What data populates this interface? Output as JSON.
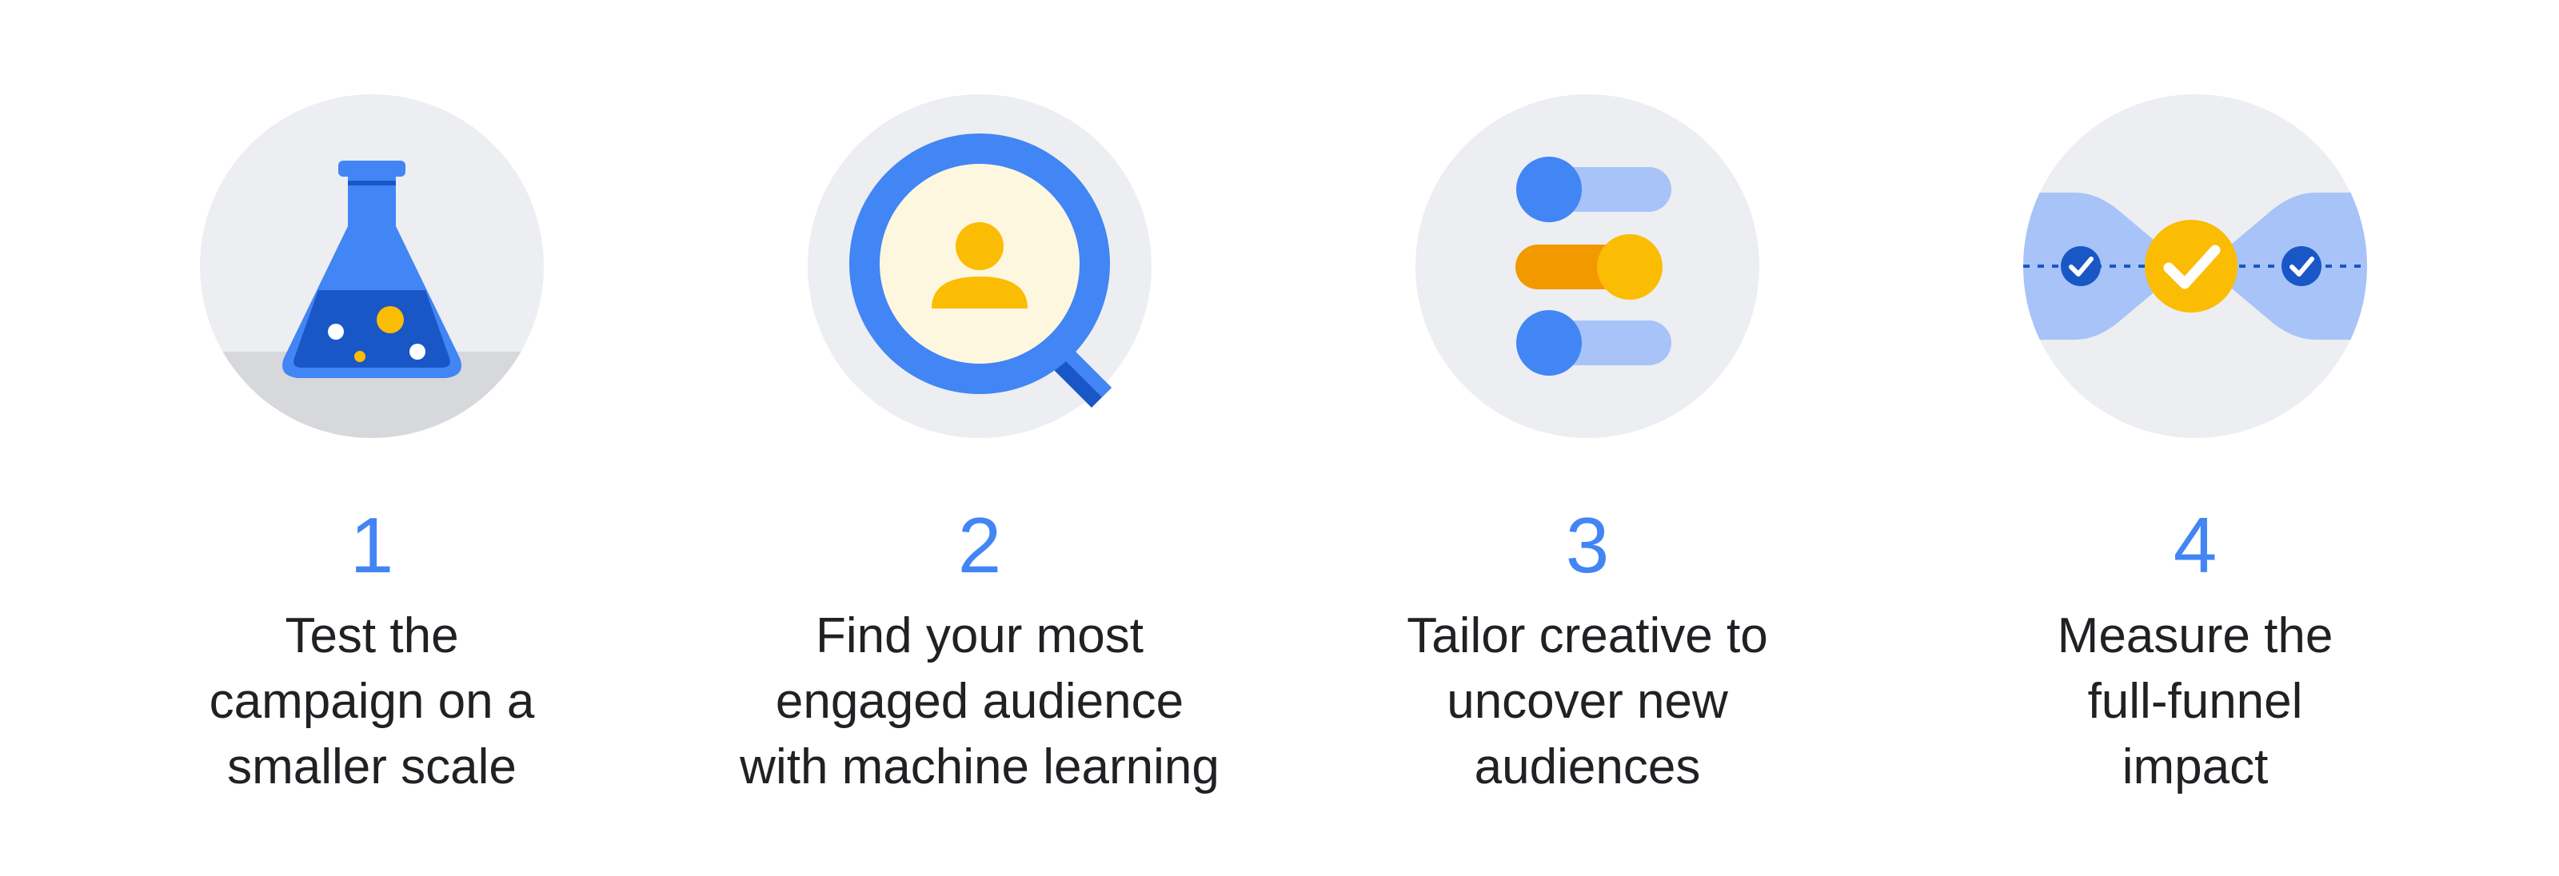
{
  "steps": [
    {
      "number": "1",
      "label_lines": [
        "Test the",
        "campaign on a",
        "smaller scale"
      ],
      "icon": "flask-icon"
    },
    {
      "number": "2",
      "label_lines": [
        "Find your most",
        "engaged audience",
        "with machine learning"
      ],
      "icon": "magnifier-person-icon"
    },
    {
      "number": "3",
      "label_lines": [
        "Tailor creative to",
        "uncover new",
        "audiences"
      ],
      "icon": "toggle-switches-icon"
    },
    {
      "number": "4",
      "label_lines": [
        "Measure the",
        "full-funnel",
        "impact"
      ],
      "icon": "funnel-check-icon"
    }
  ],
  "colors": {
    "blue": "#4285f4",
    "dark_blue": "#1a57c6",
    "light_blue": "#a7c3f8",
    "yellow": "#fbbc04",
    "orange": "#f29900",
    "circle_bg": "#eceef1",
    "text": "#202124"
  }
}
